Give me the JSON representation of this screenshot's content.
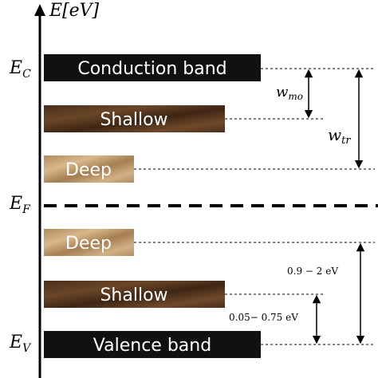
{
  "axis": {
    "label_main": "E",
    "label_unit": "[eV]"
  },
  "levels": {
    "ec": {
      "main": "E",
      "sub": "C"
    },
    "ef": {
      "main": "E",
      "sub": "F"
    },
    "ev": {
      "main": "E",
      "sub": "V"
    }
  },
  "bands": {
    "conduction": "Conduction band",
    "shallow_upper": "Shallow",
    "deep_upper": "Deep",
    "deep_lower": "Deep",
    "shallow_lower": "Shallow",
    "valence": "Valence band"
  },
  "annotations": {
    "w_mo": {
      "main": "w",
      "sub": "mo"
    },
    "w_tr": {
      "main": "w",
      "sub": "tr"
    },
    "range_deep": "0.9 − 2 eV",
    "range_shallow": "0.05− 0.75 eV"
  },
  "colors": {
    "band_dark": "#111111",
    "shallow_texture": "#5a3a22",
    "deep_texture": "#c7a47a",
    "label_light": "#ffffff",
    "label_dark": "#ffffff"
  }
}
